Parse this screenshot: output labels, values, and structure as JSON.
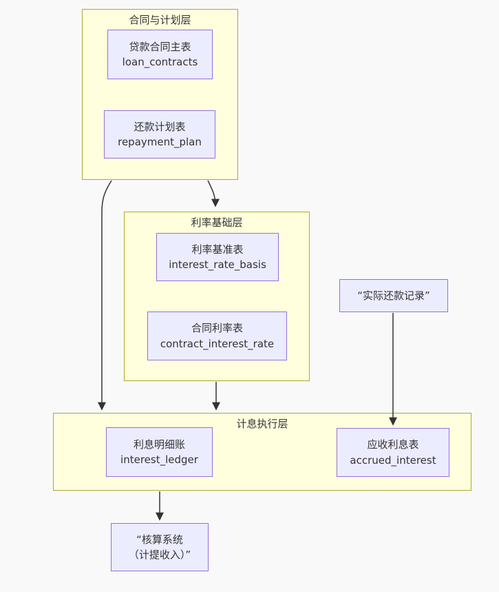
{
  "colors": {
    "bg": "#f9f9f9",
    "group_fill": "#ffffde",
    "group_border": "#aaaa33",
    "node_fill": "#ececff",
    "node_border": "#9370db",
    "text_color": "#333333",
    "edge_color": "#333333"
  },
  "groups": {
    "contract_plan": {
      "title": "合同与计划层"
    },
    "rate_basis": {
      "title": "利率基础层"
    },
    "execution": {
      "title": "计息执行层"
    }
  },
  "nodes": {
    "loan_contracts": {
      "title": "贷款合同主表",
      "subtitle": "loan_contracts"
    },
    "repayment_plan": {
      "title": "还款计划表",
      "subtitle": "repayment_plan"
    },
    "interest_rate_basis": {
      "title": "利率基准表",
      "subtitle": "interest_rate_basis"
    },
    "contract_interest_rate": {
      "title": "合同利率表",
      "subtitle": "contract_interest_rate"
    },
    "actual_repayment": {
      "title": "“实际还款记录”"
    },
    "interest_ledger": {
      "title": "利息明细账",
      "subtitle": "interest_ledger"
    },
    "accrued_interest": {
      "title": "应收利息表",
      "subtitle": "accrued_interest"
    },
    "accounting_system": {
      "title": "“核算系统",
      "subtitle": "（计提收入）”"
    }
  },
  "edges": [
    {
      "from": "合同与计划层",
      "to": "利率基础层"
    },
    {
      "from": "合同与计划层",
      "to": "计息执行层"
    },
    {
      "from": "利率基础层",
      "to": "计息执行层"
    },
    {
      "from": "“实际还款记录”",
      "to": "应收利息表 accrued_interest"
    },
    {
      "from": "利息明细账 interest_ledger",
      "to": "“核算系统（计提收入）”"
    }
  ]
}
